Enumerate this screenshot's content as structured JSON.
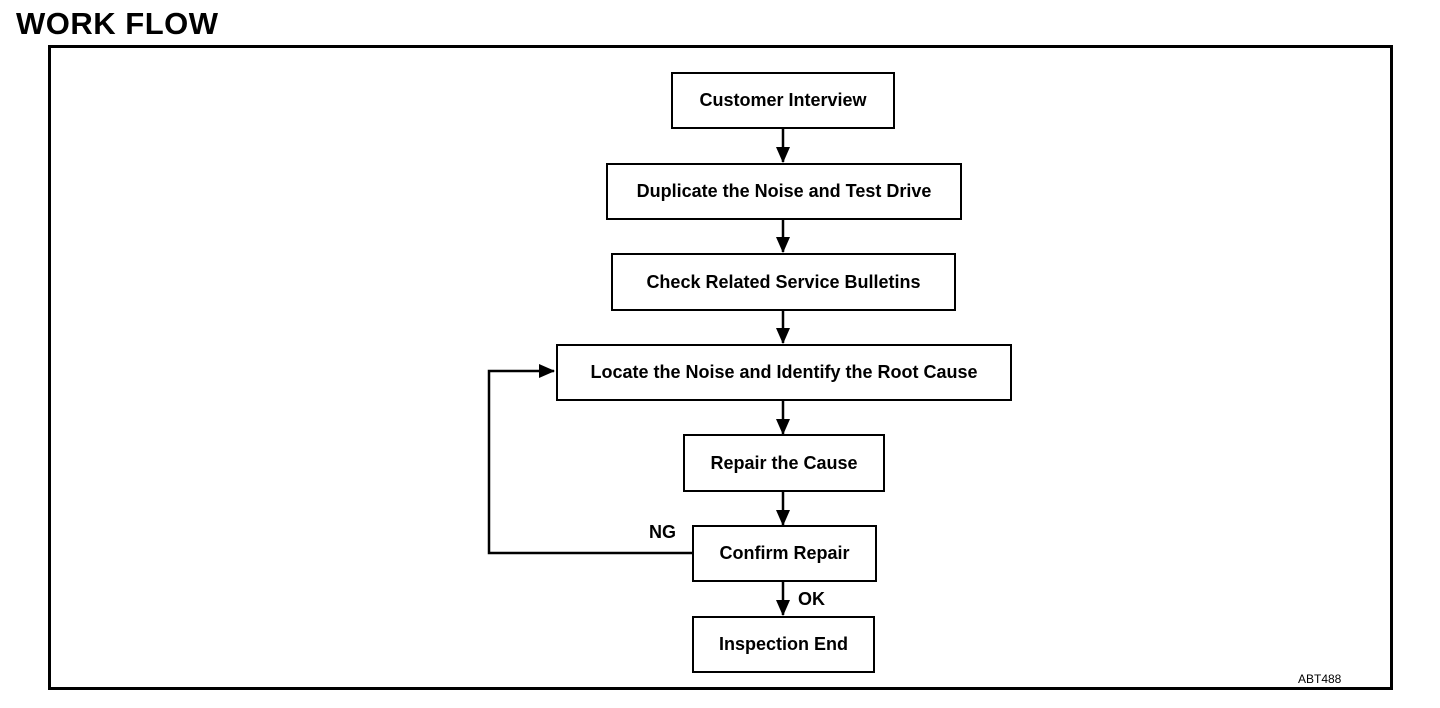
{
  "title": "WORK FLOW",
  "steps": {
    "interview": "Customer Interview",
    "duplicate": "Duplicate the Noise and Test Drive",
    "bulletins": "Check Related Service Bulletins",
    "locate": "Locate the Noise and Identify the Root Cause",
    "repair": "Repair the Cause",
    "confirm": "Confirm Repair",
    "end": "Inspection End"
  },
  "labels": {
    "ng": "NG",
    "ok": "OK"
  },
  "figure_code": "ABT488",
  "edges": [
    {
      "from": "interview",
      "to": "duplicate"
    },
    {
      "from": "duplicate",
      "to": "bulletins"
    },
    {
      "from": "bulletins",
      "to": "locate"
    },
    {
      "from": "locate",
      "to": "repair"
    },
    {
      "from": "repair",
      "to": "confirm"
    },
    {
      "from": "confirm",
      "to": "end",
      "label": "OK"
    },
    {
      "from": "confirm",
      "to": "locate",
      "label": "NG"
    }
  ]
}
